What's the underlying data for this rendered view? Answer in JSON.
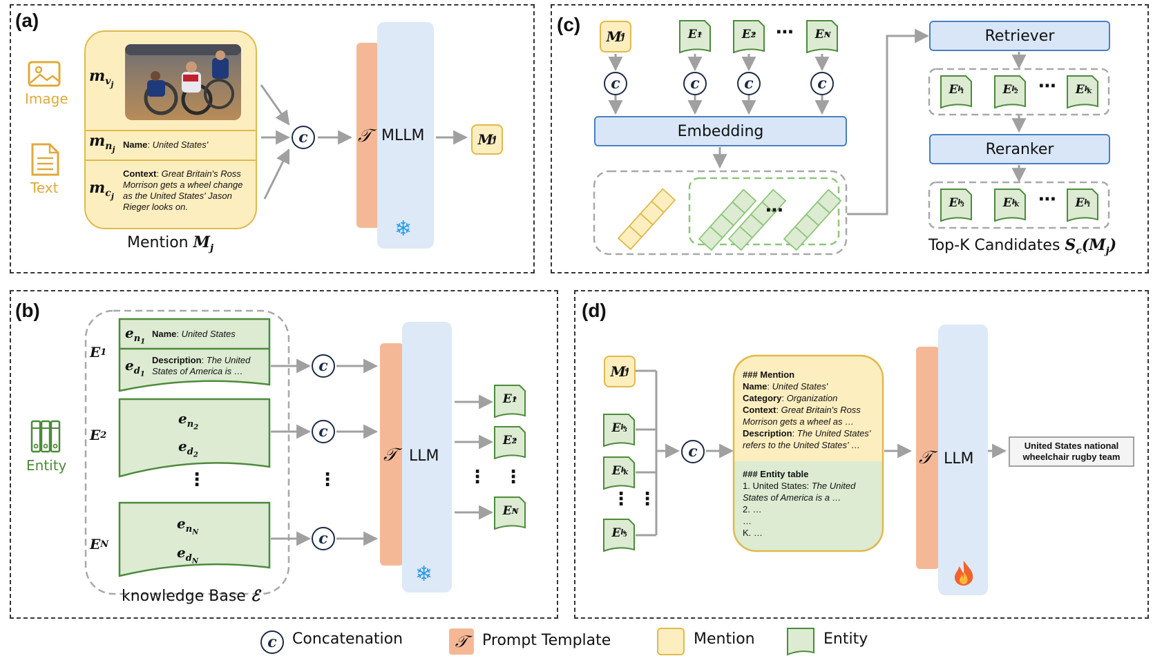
{
  "panels": {
    "a": {
      "label": "(a)"
    },
    "b": {
      "label": "(b)"
    },
    "c": {
      "label": "(c)"
    },
    "d": {
      "label": "(d)"
    }
  },
  "modality": {
    "image": "Image",
    "text": "Text",
    "entity": "Entity"
  },
  "mention_card": {
    "mv": "m",
    "mv_sub": "v",
    "mv_subsub": "j",
    "mn": "m",
    "mn_sub": "n",
    "mn_subsub": "j",
    "mc": "m",
    "mc_sub": "c",
    "mc_subsub": "j",
    "name_key": "Name",
    "name_val": "United States'",
    "context_key": "Context",
    "context_val": "Great Britain's Ross Morrison gets a wheel change as the United States' Jason Rieger looks on.",
    "caption": "Mention"
  },
  "models": {
    "mllm": "MLLM",
    "llm_b": "LLM",
    "llm_d": "LLM",
    "template_glyph": "𝒯",
    "concat_glyph": "c",
    "freeze_icon": "snowflake-icon",
    "train_icon": "fire-icon"
  },
  "kb": {
    "e1_name_key": "Name",
    "e1_name_val": "United States",
    "e1_desc_key": "Description",
    "e1_desc_val": "The United States of America is …",
    "caption": "knowledge Base"
  },
  "retrieval": {
    "embedding": "Embedding",
    "retriever": "Retriever",
    "reranker": "Reranker",
    "caption": "Top-K Candidates"
  },
  "prompt_d": {
    "mention_header": "### Mention",
    "name_key": "Name",
    "name_val": "United States'",
    "category_key": "Category",
    "category_val": "Organization",
    "context_key": "Context",
    "context_val": "Great Britain's Ross Morrison gets a wheel as …",
    "desc_key": "Description",
    "desc_val": "The United States' refers to the United States' …",
    "entity_header": "### Entity table",
    "row1": "1. United States: ",
    "row1_val": "The United States of America is a …",
    "row2": "2. …",
    "row3": "…",
    "rowk": "K. …"
  },
  "output": {
    "answer": "United States national wheelchair rugby team"
  },
  "legend": {
    "concat": "Concatenation",
    "template": "Prompt Template",
    "mention": "Mention",
    "entity": "Entity"
  },
  "colors": {
    "mention_fill": "#fdeec0",
    "mention_stroke": "#e0b94a",
    "entity_fill": "#dcebd2",
    "entity_stroke": "#4c8a3a",
    "template_fill": "#f5b896",
    "model_fill": "#dde9f7",
    "box_blue": "#4a7fc1"
  }
}
